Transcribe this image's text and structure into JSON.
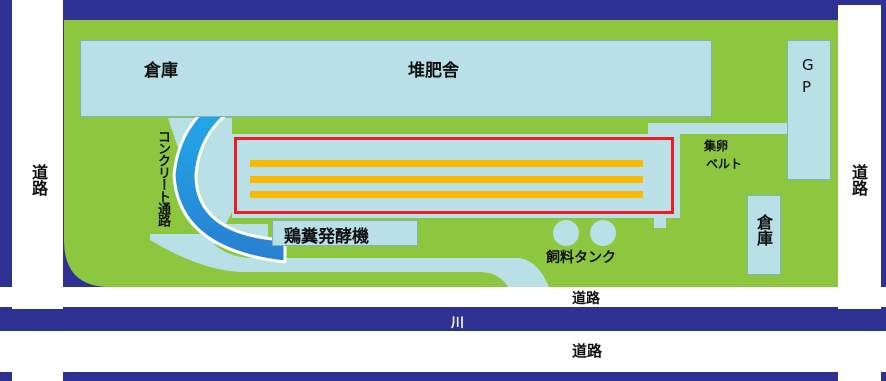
{
  "labels": {
    "warehouse_top": "倉庫",
    "compost_shed": "堆肥舎",
    "gp": "GP",
    "egg_belt_line1": "集卵",
    "egg_belt_line2": "ベルト",
    "concrete_path": "コンクリート通路",
    "fermenter": "鶏糞発酵機",
    "feed_tank": "飼料タンク",
    "warehouse_right": "倉庫",
    "road_left": "道路",
    "road_right": "道路",
    "road_upper": "道路",
    "river": "川",
    "road_lower": "道路"
  },
  "colors": {
    "background": "#2e3192",
    "grass": "#8dc63f",
    "building": "#b8e0e6",
    "road": "#ffffff",
    "highlight_border": "#ed1c24",
    "highlight_lines": "#fbb900",
    "arrow": "#29a8e0"
  },
  "icons": {
    "arrow": "curved-arrow-icon",
    "tanks": "tank-circle-icon"
  }
}
